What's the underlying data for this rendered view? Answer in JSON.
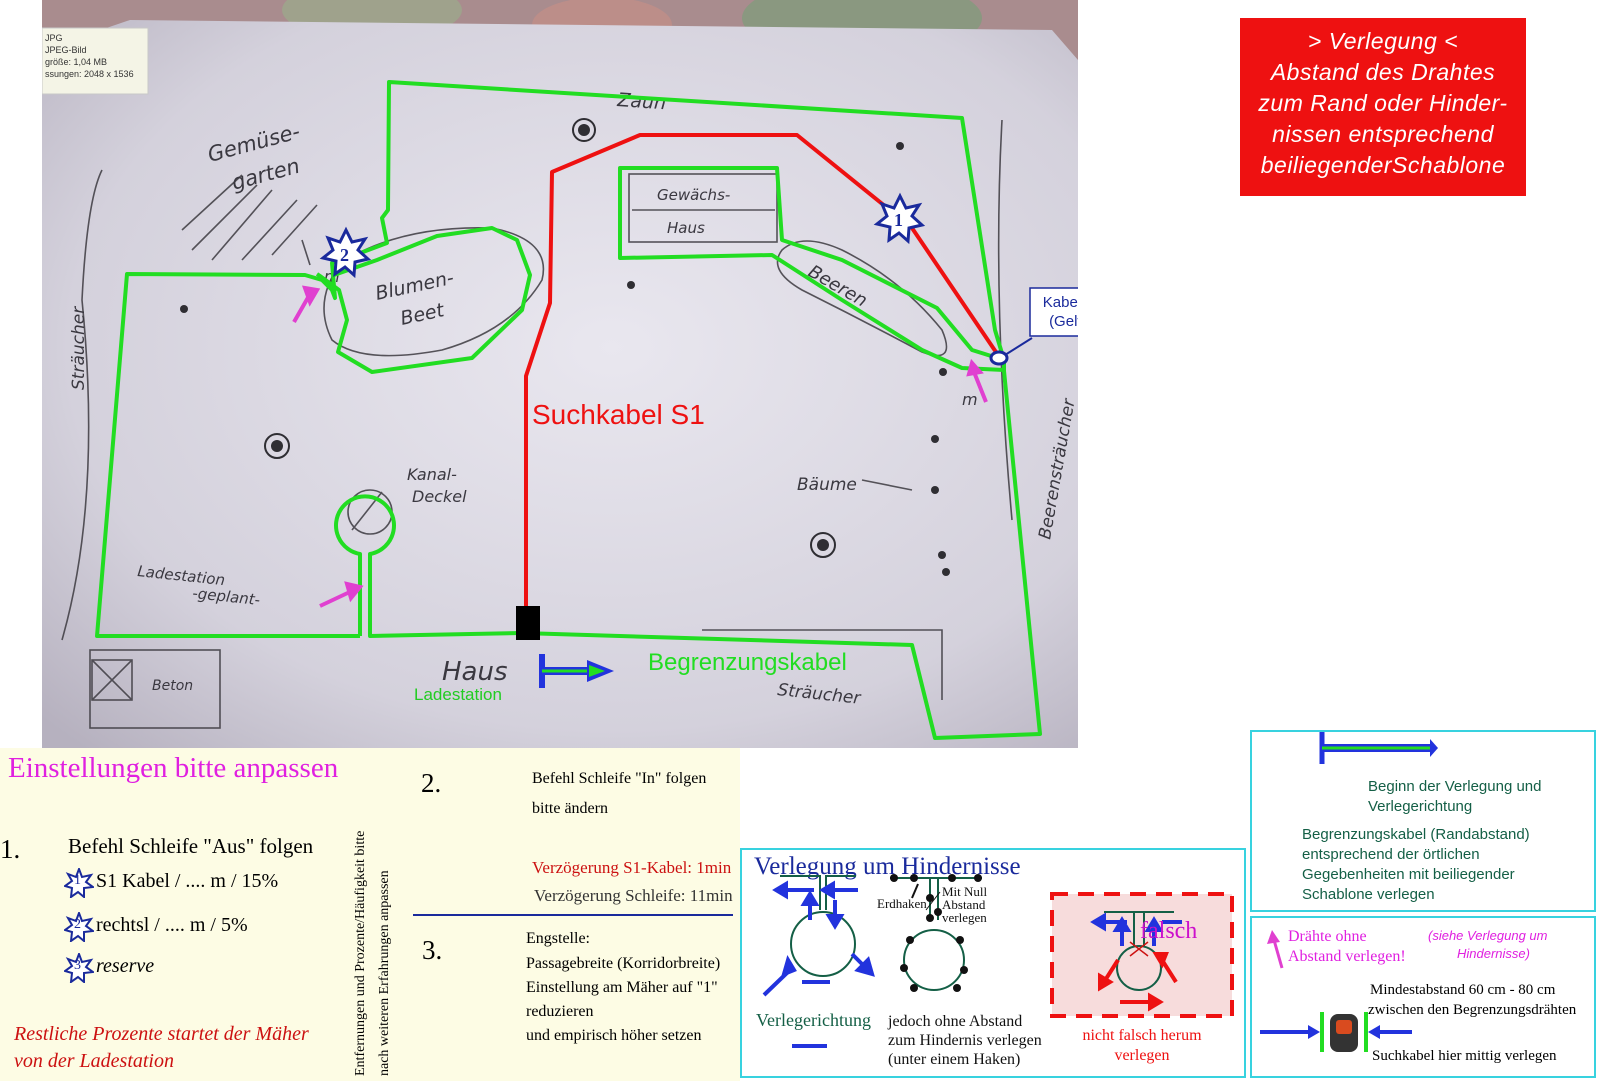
{
  "colors": {
    "boundary": "#22dd22",
    "guide": "#ee1111",
    "title_magenta": "#e020e0",
    "navy": "#1a2a9c",
    "teal": "#145f46",
    "cyan_border": "#38d2df",
    "arrow_pink": "#e040d0",
    "dark_red": "#cc1111"
  },
  "thumbnail": {
    "line1": "JPG",
    "line2": "JPEG-Bild",
    "line3": "größe: 1,04 MB",
    "line4": "ssungen: 2048 x 1536"
  },
  "sketch": {
    "zaun": "Zaun",
    "gemuese1": "Gemüse-",
    "gemuese2": "garten",
    "straeucher": "Sträucher",
    "gewaechs1": "Gewächs-",
    "gewaechs2": "Haus",
    "blumen1": "Blumen-",
    "blumen2": "Beet",
    "beeren": "Beeren",
    "kanal1": "Kanal-",
    "kanal2": "Deckel",
    "lade1": "Ladestation",
    "lade2": "-geplant-",
    "baeume": "Bäume",
    "haus": "Haus",
    "beton": "Beton",
    "straeucher2": "Sträucher",
    "beerenstraeucher": "Beerensträucher",
    "m_label": "m",
    "m_label2": "m"
  },
  "labels": {
    "suchkabel": "Suchkabel S1",
    "begrenzungskabel": "Begrenzungskabel",
    "ladestation": "Ladestation",
    "kabel_verbinden_1": "Kabel verbinden",
    "kabel_verbinden_2": "(Gelverbinder)",
    "star1": "1",
    "star2": "2"
  },
  "info_box": {
    "line1": "> Verlegung <",
    "line2": "Abstand des Drahtes",
    "line3": "zum Rand oder Hinder-",
    "line4": "nissen entsprechend",
    "line5": "beiliegenderSchablone"
  },
  "settings": {
    "title": "Einstellungen bitte anpassen",
    "n1": "1.",
    "s1_title": "Befehl Schleife \"Aus\" folgen",
    "s1_item1_num": "1",
    "s1_item1": "S1 Kabel / .... m / 15%",
    "s1_item2_num": "2",
    "s1_item2": "rechtsl / .... m / 5%",
    "s1_item3_num": "3",
    "s1_item3": "reserve",
    "rest1": "Restliche Prozente  startet der Mäher",
    "rest2": "von der Ladestation",
    "vertical1": "Entfernungen und Prozente/Häufigkeit bitte",
    "vertical2": "nach weiteren Erfahrungen anpassen",
    "n2": "2.",
    "s2_line1": "Befehl Schleife \"In\" folgen",
    "s2_line2": "bitte ändern",
    "s2_delay1": "Verzögerung S1-Kabel: 1min",
    "s2_delay2": "Verzögerung Schleife: 11min",
    "n3": "3.",
    "s3_line1": "Engstelle:",
    "s3_line2": "Passagebreite (Korridorbreite)",
    "s3_line3": "Einstellung am Mäher auf \"1\"",
    "s3_line4": "reduzieren",
    "s3_line5": "und empirisch höher setzen"
  },
  "obstacles": {
    "title": "Verlegung um Hindernisse",
    "verlegerichtung": "Verlegerichtung",
    "erdhaken": "Erdhaken",
    "mit_null_1": "Mit Null",
    "mit_null_2": "Abstand",
    "mit_null_3": "verlegen",
    "jedoch1": "jedoch ohne Abstand",
    "jedoch2": "zum Hindernis verlegen",
    "jedoch3": "(unter einem Haken)",
    "falsch": "falsch",
    "nicht1": "nicht falsch herum",
    "nicht2": "verlegen"
  },
  "legend": {
    "beginn1": "Beginn der Verlegung und",
    "beginn2": "Verlegerichtung",
    "begr1": "Begrenzungskabel (Randabstand)",
    "begr2": "entsprechend der örtlichen",
    "begr3": "Gegebenheiten mit beiliegender",
    "begr4": "Schablone verlegen"
  },
  "wires": {
    "draehte1": "Drähte ohne",
    "draehte2": "Abstand verlegen!",
    "siehe1": "(siehe Verlegung um",
    "siehe2": "Hindernisse)",
    "mind1": "Mindestabstand 60 cm - 80 cm",
    "mind2": "zwischen den Begrenzungsdrähten",
    "such": "Suchkabel hier mittig verlegen"
  }
}
